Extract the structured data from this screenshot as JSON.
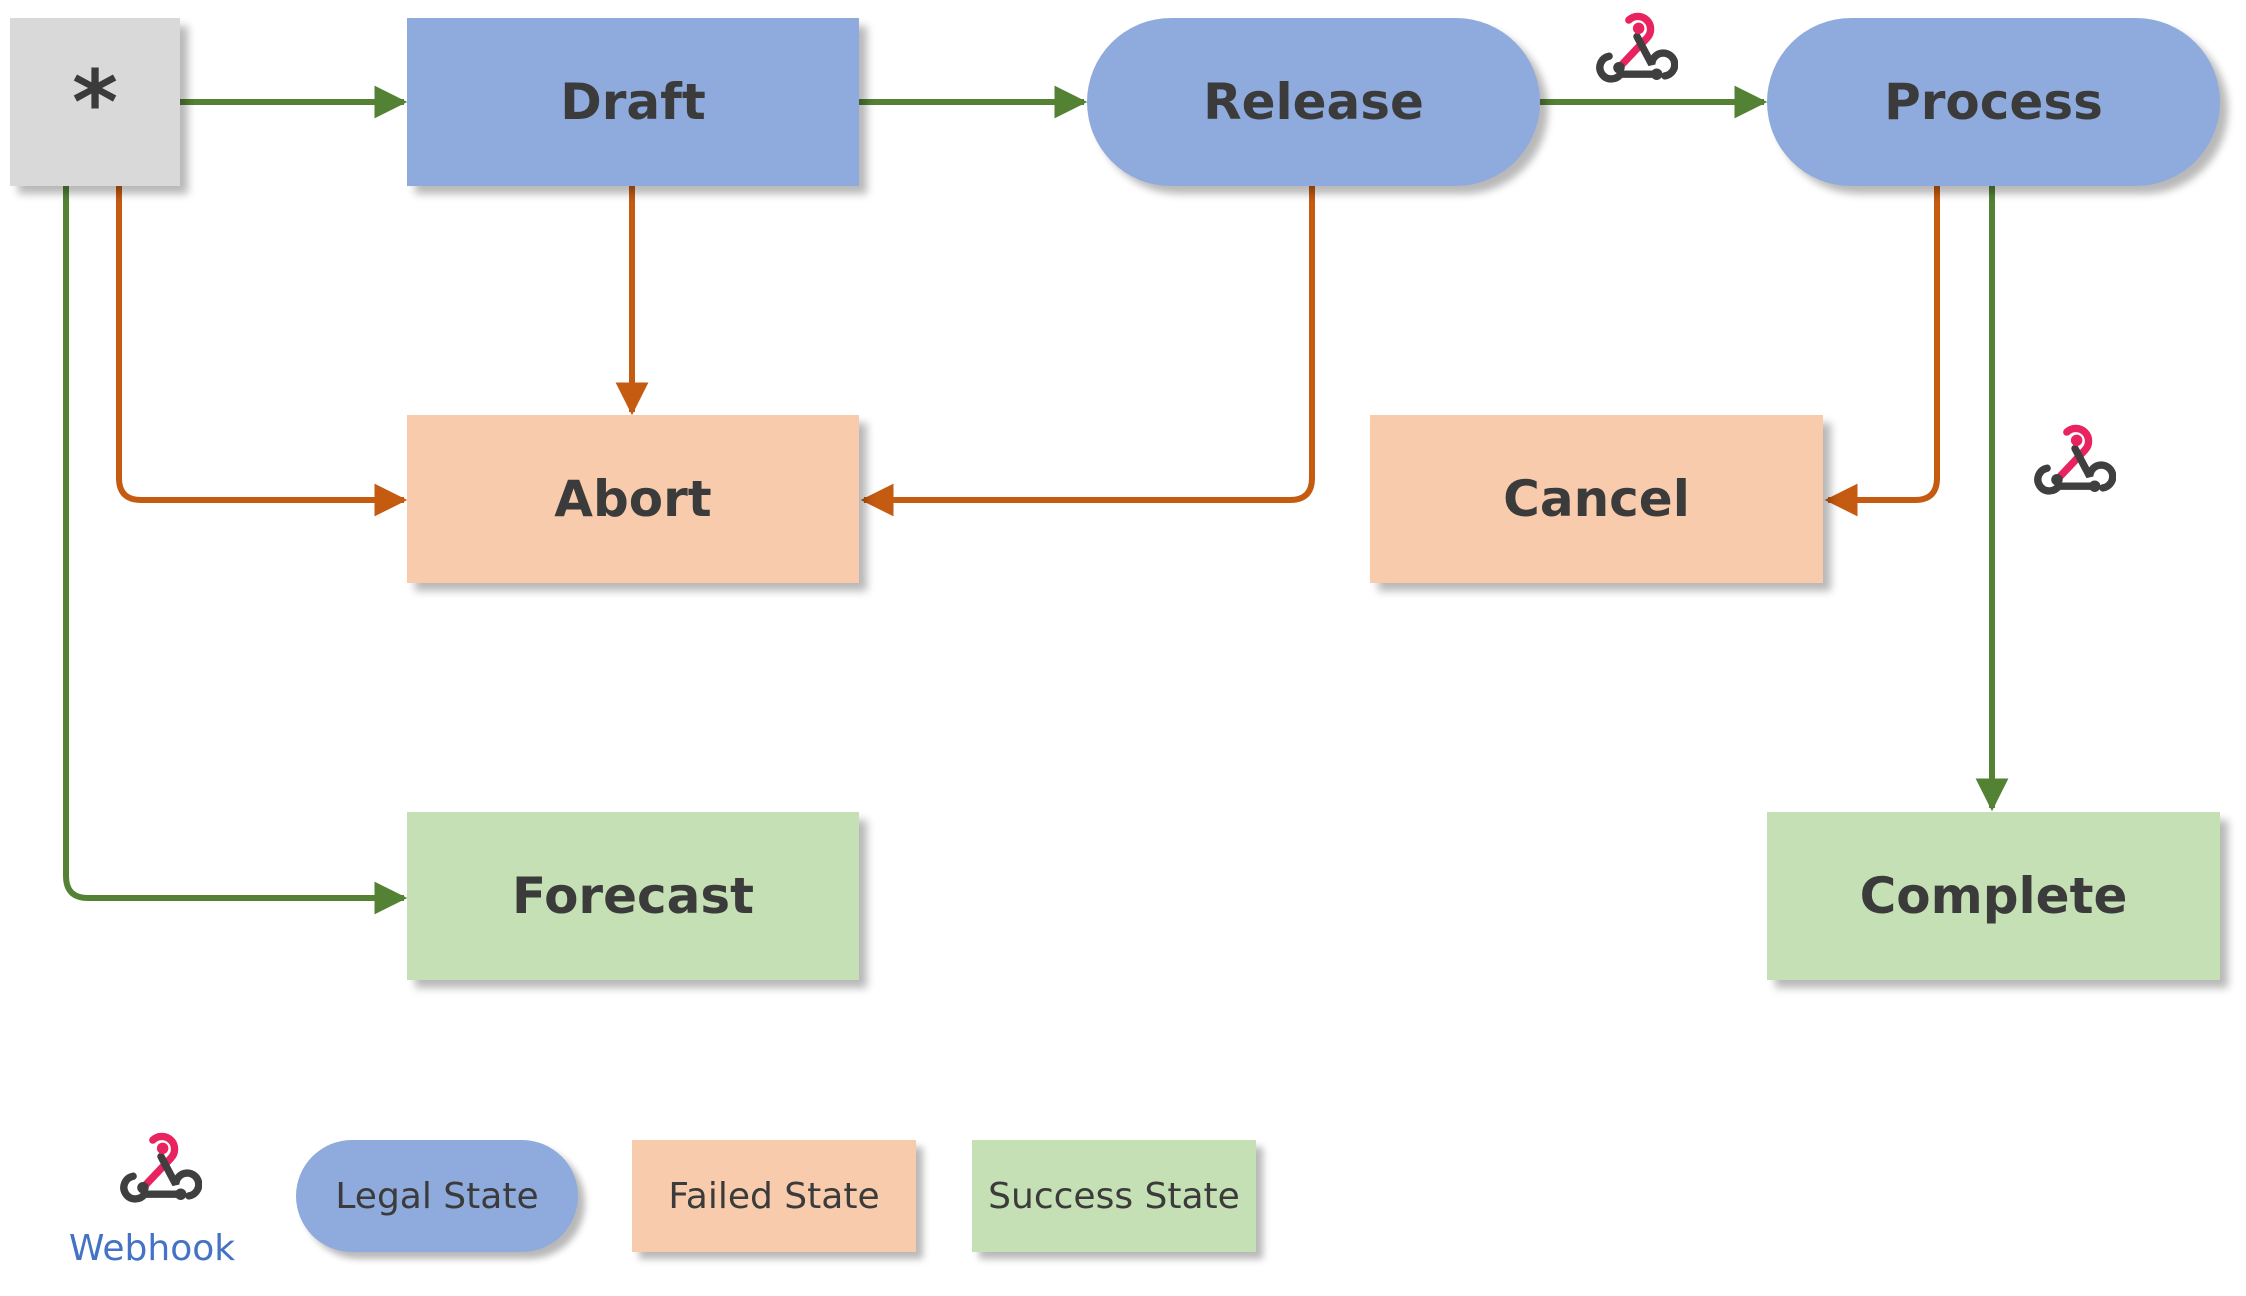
{
  "diagram": {
    "nodes": {
      "start": {
        "label": "*",
        "kind": "start"
      },
      "draft": {
        "label": "Draft",
        "kind": "legal"
      },
      "release": {
        "label": "Release",
        "kind": "legal"
      },
      "process": {
        "label": "Process",
        "kind": "legal"
      },
      "abort": {
        "label": "Abort",
        "kind": "failed"
      },
      "cancel": {
        "label": "Cancel",
        "kind": "failed"
      },
      "forecast": {
        "label": "Forecast",
        "kind": "success"
      },
      "complete": {
        "label": "Complete",
        "kind": "success"
      }
    },
    "edges": [
      {
        "from": "start",
        "to": "draft",
        "kind": "success"
      },
      {
        "from": "draft",
        "to": "release",
        "kind": "success"
      },
      {
        "from": "release",
        "to": "process",
        "kind": "success",
        "webhook": true
      },
      {
        "from": "process",
        "to": "complete",
        "kind": "success",
        "webhook": true
      },
      {
        "from": "start",
        "to": "forecast",
        "kind": "success"
      },
      {
        "from": "draft",
        "to": "abort",
        "kind": "failure"
      },
      {
        "from": "start",
        "to": "abort",
        "kind": "failure"
      },
      {
        "from": "release",
        "to": "abort",
        "kind": "failure"
      },
      {
        "from": "process",
        "to": "cancel",
        "kind": "failure"
      }
    ]
  },
  "legend": {
    "webhook_label": "Webhook",
    "legal_label": "Legal State",
    "failed_label": "Failed State",
    "success_label": "Success State"
  },
  "colors": {
    "legal_fill": "#8faadc",
    "failed_fill": "#f8cbad",
    "success_fill": "#c5e0b4",
    "start_fill": "#d9d9d9",
    "success_arrow": "#548235",
    "failure_arrow": "#c55a11",
    "webhook_pink": "#e8235f",
    "webhook_dark": "#3f3f3f",
    "legend_text": "#4472c4"
  },
  "icons": {
    "webhook": "webhook-icon"
  }
}
